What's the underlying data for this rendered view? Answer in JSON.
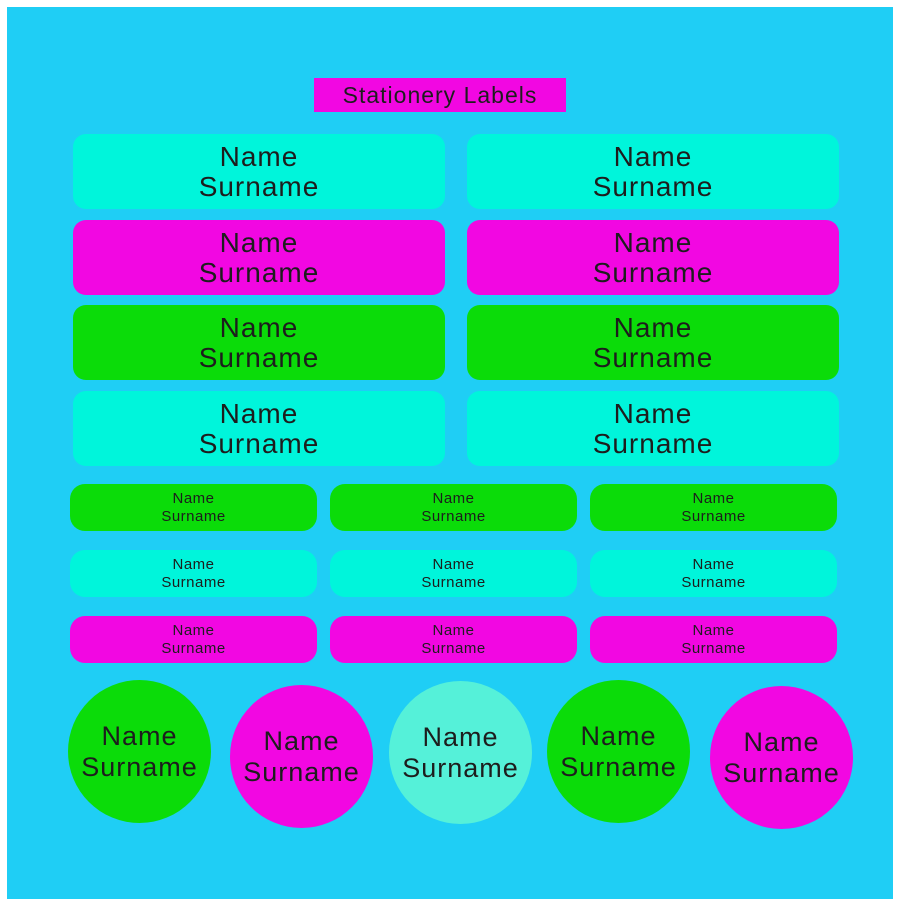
{
  "title": "Stationery Labels",
  "label": {
    "line1": "Name",
    "line2": "Surname"
  },
  "colors": {
    "background": "#1FCEF5",
    "frame": "#FFFFFF",
    "text": "#1D1D1D",
    "title_bg": "#F207E2",
    "aqua": "#00F5DB",
    "magenta": "#F207E2",
    "green": "#0BDC09",
    "aqua_light": "#55F1D9"
  },
  "sections": {
    "large_label_rows": [
      {
        "color": "aqua",
        "count": 2
      },
      {
        "color": "magenta",
        "count": 2
      },
      {
        "color": "green",
        "count": 2
      },
      {
        "color": "aqua",
        "count": 2
      }
    ],
    "small_label_rows": [
      {
        "color": "green",
        "count": 3
      },
      {
        "color": "aqua",
        "count": 3
      },
      {
        "color": "magenta",
        "count": 3
      }
    ],
    "circle_labels": [
      {
        "color": "green"
      },
      {
        "color": "magenta"
      },
      {
        "color": "aqua_light"
      },
      {
        "color": "green"
      },
      {
        "color": "magenta"
      }
    ]
  }
}
